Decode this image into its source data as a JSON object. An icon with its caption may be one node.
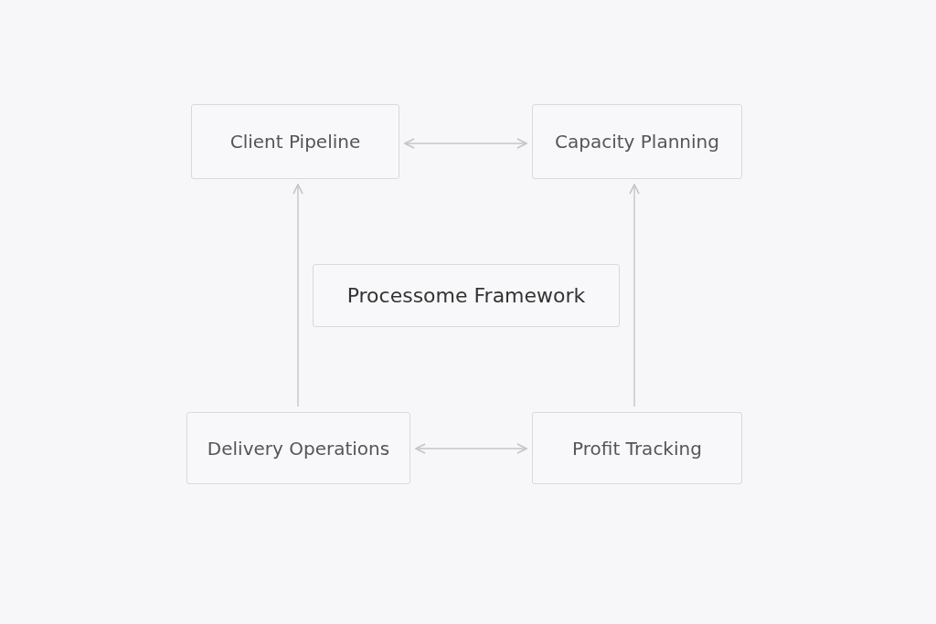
{
  "diagram": {
    "nodes": [
      {
        "text": [
          "Client Pipeline"
        ]
      },
      {
        "text": [
          "Capacity Planning"
        ]
      },
      {
        "text": [
          "Processome Framework"
        ]
      },
      {
        "text": [
          "Delivery Operations"
        ]
      },
      {
        "text": [
          "Profit Tracking"
        ]
      }
    ],
    "edges": [
      {
        "from": 0,
        "to": 1,
        "arrow": "both"
      },
      {
        "from": 3,
        "to": 0,
        "arrow": "to"
      },
      {
        "from": 4,
        "to": 1,
        "arrow": "to"
      },
      {
        "from": 3,
        "to": 4,
        "arrow": "both"
      }
    ]
  }
}
